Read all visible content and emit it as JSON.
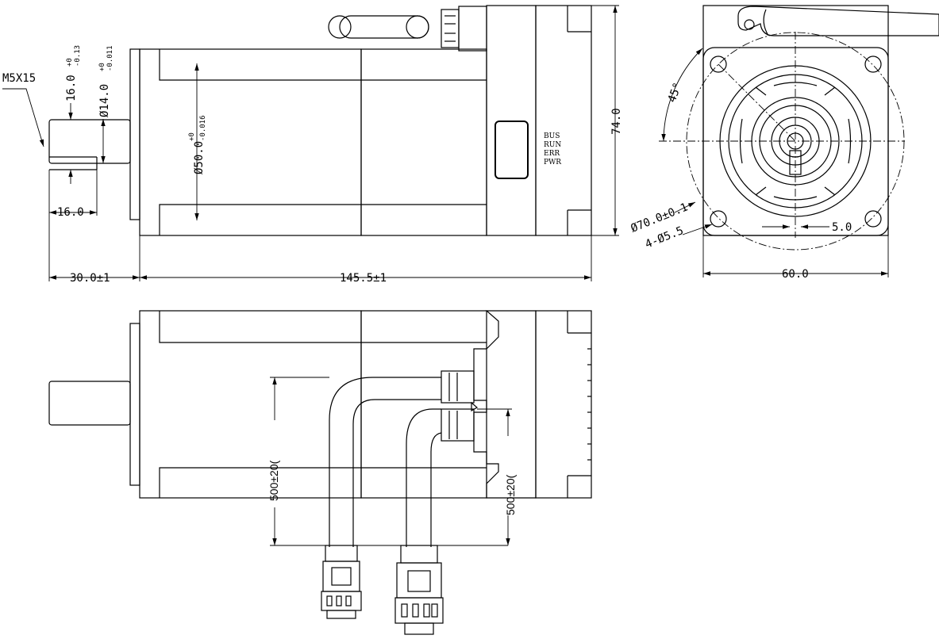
{
  "dimensions": {
    "thread": "M5X15",
    "shaft_len_top": "16.0",
    "shaft_len_top_tol_upper": "+0",
    "shaft_len_top_tol_lower": "-0.13",
    "shaft_dia": "Ø14.0",
    "shaft_dia_tol_upper": "+0",
    "shaft_dia_tol_lower": "-0.011",
    "pilot_dia": "Ø50.0",
    "pilot_dia_tol_upper": "+0",
    "pilot_dia_tol_lower": "-0.016",
    "key_len": "16.0",
    "shaft_ext": "30.0±1",
    "body_len": "145.5±1",
    "height": "74.0",
    "angle": "45°",
    "pcd": "Ø70.0±0.1",
    "holes": "4-Ø5.5",
    "key_width": "5.0",
    "flange": "60.0",
    "cable_len_1": "500±20(",
    "cable_len_2": "500±20("
  },
  "leds": [
    "BUS",
    "RUN",
    "ERR",
    "PWR"
  ]
}
